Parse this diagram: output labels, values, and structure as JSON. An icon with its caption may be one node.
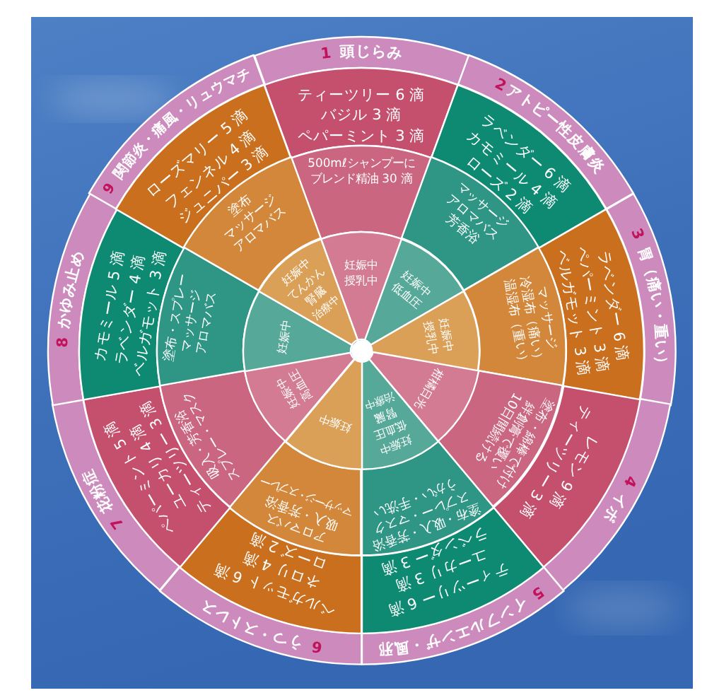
{
  "diagram": {
    "nodes": [
      {
        "text": [
          "1 頭じらみ"
        ]
      },
      {
        "text": [
          "ティーツリー 6 滴",
          "バジル 3 滴",
          "ペパーミント 3 滴"
        ]
      },
      {
        "text": [
          "500mℓシャンプーにブレンド精油 30 滴"
        ]
      },
      {
        "text": [
          "妊娠中",
          "授乳中"
        ]
      },
      {
        "text": [
          "2アトピー性皮膚炎"
        ]
      },
      {
        "text": [
          "ラベンダー 6 滴",
          "カモミール 4 滴",
          "ローズ 2 滴"
        ]
      },
      {
        "text": [
          "マッサージ",
          "アロマバス",
          "芳香浴"
        ]
      },
      {
        "text": [
          "妊娠中",
          "低血圧"
        ]
      },
      {
        "text": [
          "3 胃（痛い・重い）"
        ]
      },
      {
        "text": [
          "ラベンダー 6 滴",
          "ペパーミント 3 滴",
          "ベルガモット 3 滴"
        ]
      },
      {
        "text": [
          "マッサージ",
          "冷湿布（痛い）",
          "温湿布（重い）"
        ]
      },
      {
        "text": [
          "妊娠中",
          "授乳中"
        ]
      },
      {
        "text": [
          "4 イボ"
        ]
      },
      {
        "text": [
          "レモン 9 滴",
          "ティーツリー 3 滴"
        ]
      },
      {
        "text": [
          "塗布・綿棒で付け",
          "絆創膏で覆い",
          "10日間続ける"
        ]
      },
      {
        "text": [
          "柑橘日光"
        ]
      },
      {
        "text": [
          "5 インフルエンザ・風邪"
        ]
      },
      {
        "text": [
          "ティーツリー 6 滴",
          "ユーカリ 3 滴",
          "ラベンダー 3 滴"
        ]
      },
      {
        "text": [
          "塗布・吸入・芳香浴",
          "スプレー・マスク",
          "うがい・手洗い"
        ]
      },
      {
        "text": [
          "妊娠中",
          "低血圧",
          "腎臓",
          "治療中"
        ]
      },
      {
        "text": [
          "6 うつ・ストレス"
        ]
      },
      {
        "text": [
          "ベルガモット 6 滴",
          "ネロリ 4 滴",
          "ローズ 2 滴"
        ]
      },
      {
        "text": [
          "アロマバス",
          "吸入・芳香浴",
          "マッサージ・スプレー"
        ]
      },
      {
        "text": [
          "妊娠中"
        ]
      },
      {
        "text": [
          "7 花粉症"
        ]
      },
      {
        "text": [
          "ペパーミント 5 滴",
          "ユーカリ 4 滴",
          "ティーツリー 3 滴"
        ]
      },
      {
        "text": [
          "吸入・芳香浴",
          "スプレー・マスク"
        ]
      },
      {
        "text": [
          "妊娠中",
          "高血圧"
        ]
      },
      {
        "text": [
          "8 かゆみ止め"
        ]
      },
      {
        "text": [
          "カモミール 5 滴",
          "ラベンダー 4 滴",
          "ベルガモット 3 滴"
        ]
      },
      {
        "text": [
          "塗布・スプレー",
          "マッサージ",
          "アロマバス"
        ]
      },
      {
        "text": [
          "妊娠中"
        ]
      },
      {
        "text": [
          "9 関節炎・痛風・リュウマチ"
        ]
      },
      {
        "text": [
          "ローズマリー 5 滴",
          "フェンネル 4 滴",
          "ジュニパー 3 滴"
        ]
      },
      {
        "text": [
          "塗布",
          "マッサージ",
          "アロマバス"
        ]
      },
      {
        "text": [
          "妊娠中",
          "てんかん",
          "腎臓",
          "治療中"
        ]
      }
    ]
  }
}
